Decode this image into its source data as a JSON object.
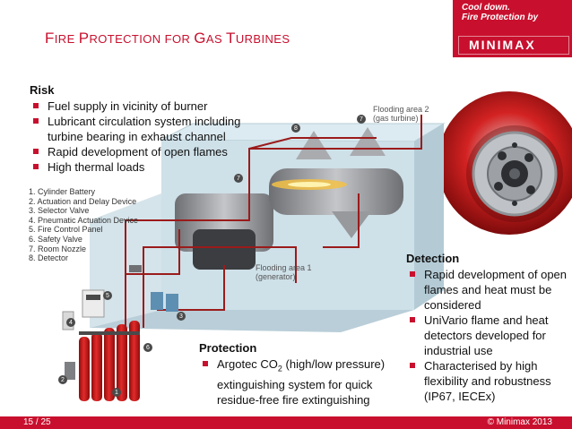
{
  "title": {
    "big1": "F",
    "small1": "IRE ",
    "big2": "P",
    "small2": "ROTECTION FOR ",
    "big3": "G",
    "small3": "AS ",
    "big4": "T",
    "small4": "URBINES"
  },
  "brand": {
    "tagline1": "Cool down.",
    "tagline2": "Fire Protection by",
    "logo": "MINIMAX"
  },
  "risk": {
    "heading": "Risk",
    "items": [
      "Fuel supply in vicinity of burner",
      "Lubricant circulation system including turbine bearing in exhaust channel",
      "Rapid development of open flames",
      "High thermal loads"
    ]
  },
  "components": [
    "1.  Cylinder Battery",
    "2.  Actuation and Delay Device",
    "3.  Selector Valve",
    "4.  Pneumatic Actuation Device",
    "5.  Fire Control Panel",
    "6.  Safety Valve",
    "7.  Room Nozzle",
    "8.  Detector"
  ],
  "flooding1": {
    "line1": "Flooding area 1",
    "line2": "(generator)"
  },
  "flooding2": {
    "line1": "Flooding area 2",
    "line2": "(gas turbine)"
  },
  "markers": [
    "1",
    "2",
    "3",
    "4",
    "5",
    "6",
    "7",
    "8"
  ],
  "protection": {
    "heading": "Protection",
    "item_pre": "Argotec CO",
    "item_sub": "2",
    "item_post": " (high/low pressure) extinguishing system for quick residue-free fire extinguishing"
  },
  "detection": {
    "heading": "Detection",
    "items": [
      "Rapid development of open flames and heat must be considered",
      "UniVario flame and heat detectors developed for industrial use",
      "Characterised by high flexibility and robustness (IP67, IECEx)"
    ]
  },
  "footer": {
    "page": "15 / 25",
    "copyright": "© Minimax 2013"
  },
  "colors": {
    "accent": "#c8102e",
    "pipe": "#9b1b1b",
    "enclosure": "#c9dde6",
    "cylinder": "#d01a1a"
  }
}
